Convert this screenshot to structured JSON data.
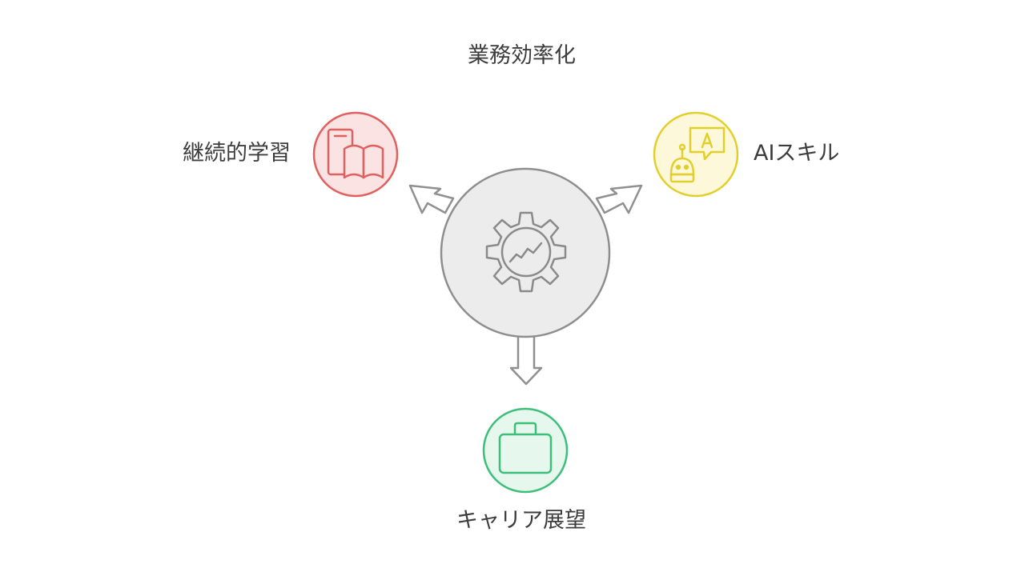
{
  "diagram": {
    "center": {
      "label": "業務効率化",
      "icon": "gear-chart-icon",
      "fill": "#ececec",
      "stroke": "#909090"
    },
    "nodes": [
      {
        "id": "continuous-learning",
        "label": "継続的学習",
        "icon": "tablet-book-icon",
        "fill": "#fbe3e3",
        "stroke": "#e06060"
      },
      {
        "id": "ai-skill",
        "label": "AIスキル",
        "icon": "robot-chat-icon",
        "fill": "#fdf8d9",
        "stroke": "#e3cf2c"
      },
      {
        "id": "career-outlook",
        "label": "キャリア展望",
        "icon": "briefcase-icon",
        "fill": "#e6f7ee",
        "stroke": "#3dbf7a"
      }
    ]
  }
}
